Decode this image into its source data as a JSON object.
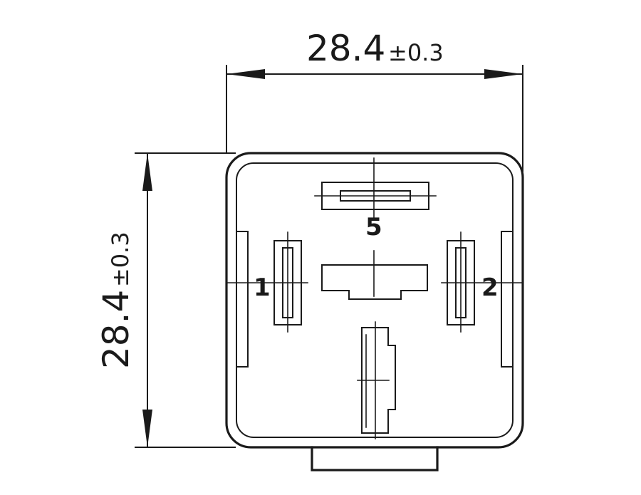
{
  "dimensions": {
    "width": {
      "value": "28.4",
      "tolerance": "±0.3"
    },
    "height": {
      "value": "28.4",
      "tolerance": "±0.3"
    }
  },
  "pins": {
    "pin1": "1",
    "pin2": "2",
    "pin5": "5"
  }
}
